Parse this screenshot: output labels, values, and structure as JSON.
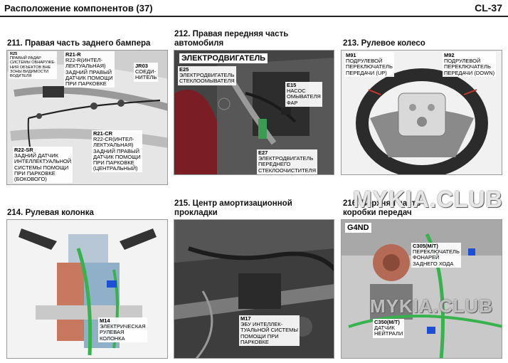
{
  "header": {
    "title": "Расположение компонентов (37)",
    "page_code": "CL-37"
  },
  "sections": [
    {
      "title": "211. Правая часть заднего бампера",
      "labels": [
        {
          "code": "R25",
          "desc": "ПРАВЫЙ РАДАР\nСИСТЕМЫ ОБНАРУЖЕ-\nНИЯ ОБЪЕКТОВ ВНЕ\nЗОНЫ ВИДИМОСТИ\nВОДИТЕЛЯ"
        },
        {
          "code": "R21-R",
          "desc": "R22-R(ИНТЕЛ-\nЛЕКТУАЛЬНАЯ)\nЗАДНИЙ ПРАВЫЙ\nДАТЧИК ПОМОЩИ\nПРИ ПАРКОВКЕ"
        },
        {
          "code": "JR03",
          "desc": "СОЕДИ-\nНИТЕЛЬ"
        },
        {
          "code": "R21-CR",
          "desc": "R22-CR(ИНТЕЛ-\nЛЕКТУАЛЬНАЯ)\nЗАДНИЙ ПРАВЫЙ\nДАТЧИК ПОМОЩИ\nПРИ ПАРКОВКЕ\n(ЦЕНТРАЛЬНЫЙ)"
        },
        {
          "code": "R22-SR",
          "desc": "ЗАДНИЙ ДАТЧИК\nИНТЕЛЛЕКТУАЛЬНОЙ\nСИСТЕМЫ ПОМОЩИ\nПРИ ПАРКОВКЕ\n(БОКОВОГО)"
        }
      ]
    },
    {
      "title": "212. Правая передняя часть\nавтомобиля",
      "tag": "ЭЛЕКТРОДВИГАТЕЛЬ",
      "labels": [
        {
          "code": "E25",
          "desc": "ЭЛЕКТРОДВИГАТЕЛЬ\nСТЕКЛООМЫВАТЕЛЯ"
        },
        {
          "code": "E15",
          "desc": "НАСОС\nОМЫВАТЕЛЯ\nФАР"
        },
        {
          "code": "E27",
          "desc": "ЭЛЕКТРОДВИГАТЕЛЬ\nПЕРЕДНЕГО\nСТЕКЛООЧИСТИТЕЛЯ"
        }
      ]
    },
    {
      "title": "213. Рулевое колесо",
      "labels": [
        {
          "code": "M91",
          "desc": "ПОДРУЛЕВОЙ\nПЕРЕКЛЮЧАТЕЛЬ\nПЕРЕДАЧИ (UP)"
        },
        {
          "code": "M92",
          "desc": "ПОДРУЛЕВОЙ\nПЕРЕКЛЮЧАТЕЛЬ\nПЕРЕДАЧИ (DOWN)"
        }
      ]
    },
    {
      "title": "214. Рулевая колонка",
      "labels": [
        {
          "code": "M14",
          "desc": "ЭЛЕКТРИЧЕСКАЯ\nРУЛЕВАЯ\nКОЛОНКА"
        }
      ]
    },
    {
      "title": "215. Центр амортизационной\nпрокладки",
      "labels": [
        {
          "code": "M17",
          "desc": "ЭБУ ИНТЕЛЛЕК-\nТУАЛЬНОЙ СИСТЕМЫ\nПОМОЩИ ПРИ\nПАРКОВКЕ"
        }
      ]
    },
    {
      "title": "216. Верхняя часть\nкоробки передач",
      "tag": "G4ND",
      "labels": [
        {
          "code": "C305(M/T)",
          "desc": "ПЕРЕКЛЮЧАТЕЛЬ\nФОНАРЕЙ\nЗАДНЕГО ХОДА"
        },
        {
          "code": "C350(M/T)",
          "desc": "ДАТЧИК\nНЕЙТРАЛИ"
        }
      ]
    }
  ],
  "watermarks": [
    "MYKIA.CLUB",
    "MYKIA.CLUB"
  ]
}
